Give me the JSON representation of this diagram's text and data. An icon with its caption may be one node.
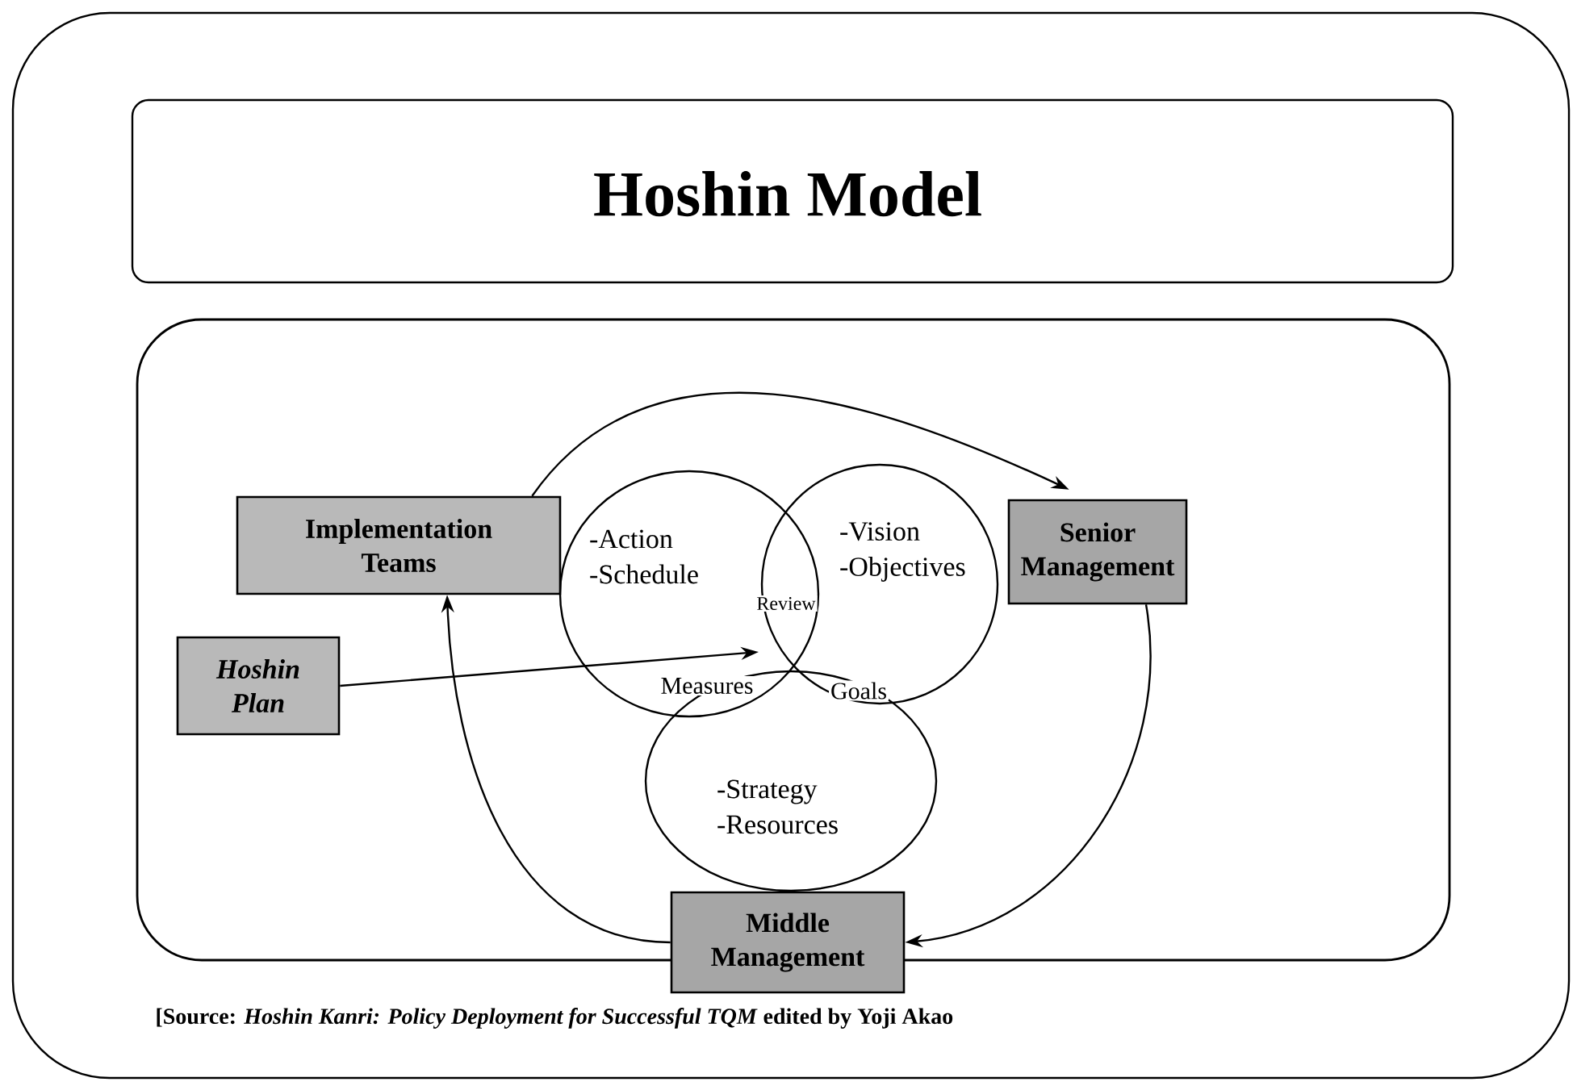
{
  "diagram": {
    "title": "Hoshin Model",
    "caption": "[Source: *Hoshin Kanri: Policy Deployment for Successful TQM* edited by Yoji Akao",
    "nodes": [
      {
        "text": [
          "Implementation Teams"
        ]
      },
      {
        "text": [
          "-Action -Schedule"
        ]
      },
      {
        "text": [
          "-Vision -Objectives"
        ]
      },
      {
        "text": [
          "Senior Management"
        ]
      },
      {
        "text": [
          "Hoshin Plan"
        ]
      },
      {
        "text": [
          "-Strategy -Resources"
        ]
      },
      {
        "text": [
          "Middle Management"
        ]
      }
    ],
    "edges": [
      {
        "from": 0,
        "to": 3,
        "arrow": "to"
      },
      {
        "from": 3,
        "to": 6,
        "arrow": "to"
      },
      {
        "from": 6,
        "to": 0,
        "arrow": "to"
      },
      {
        "from": 4,
        "to": 1,
        "arrow": "to"
      }
    ],
    "labels": [
      "Review",
      "Measures",
      "Goals"
    ]
  }
}
